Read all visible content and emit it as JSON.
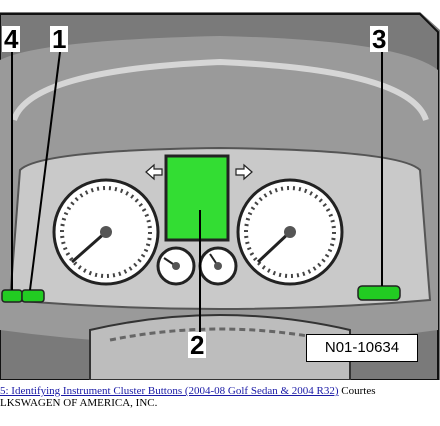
{
  "callouts": {
    "c1": "1",
    "c2": "2",
    "c3": "3",
    "c4": "4"
  },
  "reference_number": "N01-10634",
  "caption": {
    "link_text": "5: Identifying Instrument Cluster Buttons (2004-08 Golf Sedan & 2004 R32)",
    "trailing_text": " Courtes",
    "line2": "LKSWAGEN OF AMERICA, INC."
  },
  "colors": {
    "button_green": "#22cc22",
    "display_green": "#33dd33",
    "panel_gray": "#c9c9c9",
    "dark_frame": "#3a3a3a"
  },
  "icons": [
    "arrow-left-icon",
    "arrow-right-icon"
  ]
}
